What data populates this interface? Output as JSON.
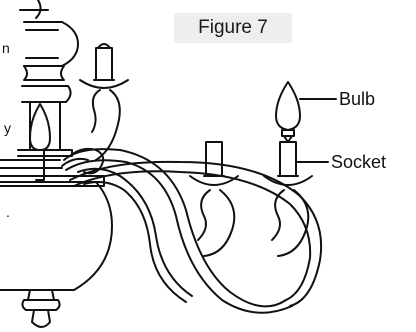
{
  "figure": {
    "label": "Figure 7"
  },
  "callouts": {
    "bulb": "Bulb",
    "socket": "Socket"
  },
  "edge_text": {
    "top": "n",
    "middle": "y",
    "bottom": "."
  },
  "colors": {
    "line": "#111111",
    "label_background": "#eeeeee"
  }
}
